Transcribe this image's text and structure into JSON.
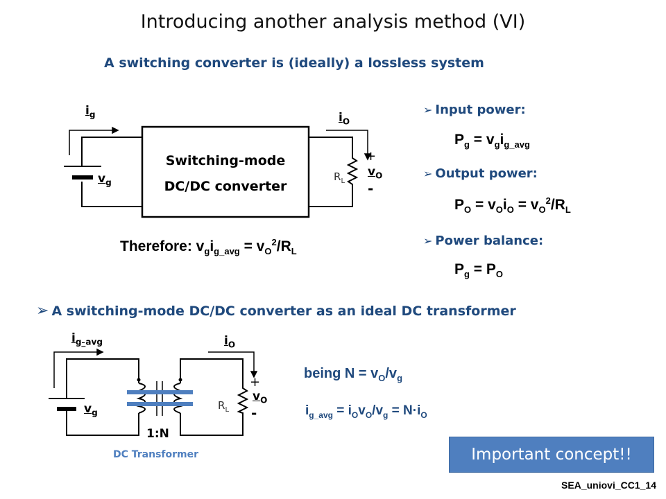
{
  "title": "Introducing another analysis method (VI)",
  "subtitle": "A switching converter is (ideally) a lossless system",
  "circuit1": {
    "block_line1": "Switching-mode",
    "block_line2": "DC/DC converter",
    "ig": "i",
    "ig_sub": "g",
    "vg": "v",
    "vg_sub": "g",
    "io": "i",
    "io_sub": "O",
    "vo": "v",
    "vo_sub": "O",
    "rl": "R",
    "rl_sub": "L",
    "plus": "+",
    "minus": "-"
  },
  "power": {
    "input_title": "Input power:",
    "input_formula": {
      "p": "P",
      "p_sub": "g",
      "eq": " = v",
      "v_sub": "g",
      "i": "i",
      "i_sub": "g_avg"
    },
    "output_title": "Output power:",
    "output_formula": {
      "p": "P",
      "p_sub": "O",
      "eq1": " = v",
      "v_sub": "O",
      "i": "i",
      "i_sub": "O",
      "eq2": " = v",
      "v2_sub": "O",
      "sup": "2",
      "rl": "/R",
      "rl_sub": "L"
    },
    "balance_title": "Power balance:",
    "balance_formula": {
      "p": "P",
      "p_sub": "g",
      "eq": " = P",
      "p2_sub": "O"
    }
  },
  "therefore": {
    "prefix": "Therefore: v",
    "v_sub": "g",
    "i": "i",
    "i_sub": "g_avg",
    "eq": " = v",
    "v2_sub": "O",
    "sup": "2",
    "rl": "/R",
    "rl_sub": "L"
  },
  "section_title": "A switching-mode DC/DC converter as an ideal DC transformer",
  "circuit2": {
    "ig_avg": "i",
    "ig_avg_sub": "g_avg",
    "vg": "v",
    "vg_sub": "g",
    "io": "i",
    "io_sub": "O",
    "vo": "v",
    "vo_sub": "O",
    "rl": "R",
    "rl_sub": "L",
    "plus": "+",
    "minus": "-",
    "ratio": "1:N",
    "caption": "DC Transformer"
  },
  "being": {
    "prefix": "being N = ",
    "v": "v",
    "v_sub": "O",
    "slash": "/v",
    "vg_sub": "g"
  },
  "iavg": {
    "i": "i",
    "i_sub": "g_avg",
    "eq": " = i",
    "io_sub": "O",
    "v": "v",
    "vo_sub": "O",
    "slash": "/v",
    "vg_sub": "g",
    "tail": " = N·i",
    "tail_sub": "O"
  },
  "important": "Important concept!!",
  "footer": "SEA_uniovi_CC1_14",
  "colors": {
    "accent": "#1f497d",
    "box": "#4f7fbf",
    "core": "#4f7fbf"
  }
}
